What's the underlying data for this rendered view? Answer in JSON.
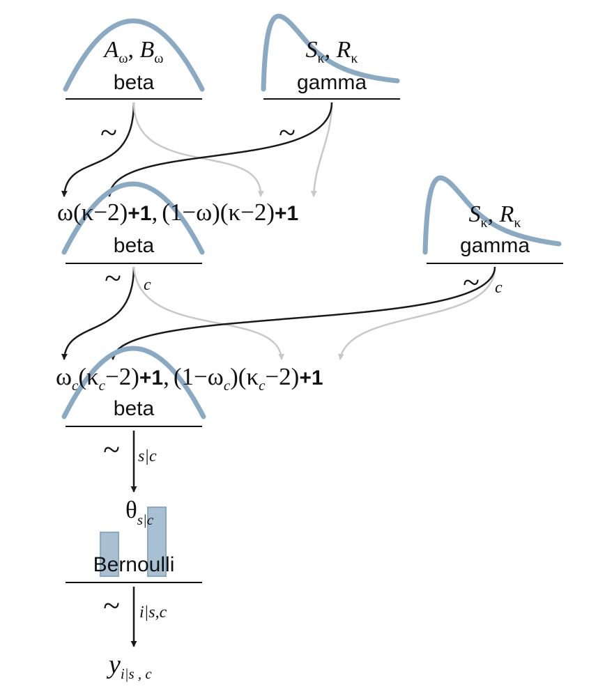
{
  "colors": {
    "curve": "#8aaac4",
    "bar_fill": "#a9bfd2",
    "bar_stroke": "#8aaac4",
    "arrow_dark": "#1a1a1a",
    "arrow_light": "#c8c8c8",
    "text": "#111111"
  },
  "top_beta": {
    "params": {
      "a": "A",
      "a_sub": "ω",
      "sep": ", ",
      "b": "B",
      "b_sub": "ω"
    },
    "label": "beta"
  },
  "top_gamma": {
    "params": {
      "s": "S",
      "s_sub": "κ",
      "sep": ", ",
      "r": "R",
      "r_sub": "κ"
    },
    "label": "gamma"
  },
  "tilde": "~",
  "mid_beta": {
    "formula": {
      "p1": "ω(κ−2)",
      "plus1": "+1",
      "comma": ",",
      "p2": "(1−ω)(κ−2)",
      "plus2": "+1"
    },
    "label": "beta",
    "index": "c"
  },
  "right_gamma": {
    "params": {
      "s": "S",
      "s_sub": "κ",
      "sep": ", ",
      "r": "R",
      "r_sub": "κ"
    },
    "label": "gamma",
    "index": "c"
  },
  "low_beta": {
    "formula": {
      "omega": "ω",
      "omega_sub": "c",
      "lp": "(",
      "kappa": "κ",
      "kappa_sub": "c",
      "rest1": "−2)",
      "plus1": "+1",
      "comma": ",",
      "p2a": "(1−ω",
      "p2a_sub": "c",
      "p2b": ")(κ",
      "p2b_sub": "c",
      "p2c": "−2)",
      "plus2": "+1"
    },
    "label": "beta",
    "index": "s|c"
  },
  "theta": {
    "symbol": "θ",
    "sub": "s|c"
  },
  "bernoulli": {
    "label": "Bernoulli",
    "index": "i|s,c",
    "bars": [
      0.35,
      0.55
    ]
  },
  "y_node": {
    "symbol": "y",
    "sub": "i|s , c"
  }
}
